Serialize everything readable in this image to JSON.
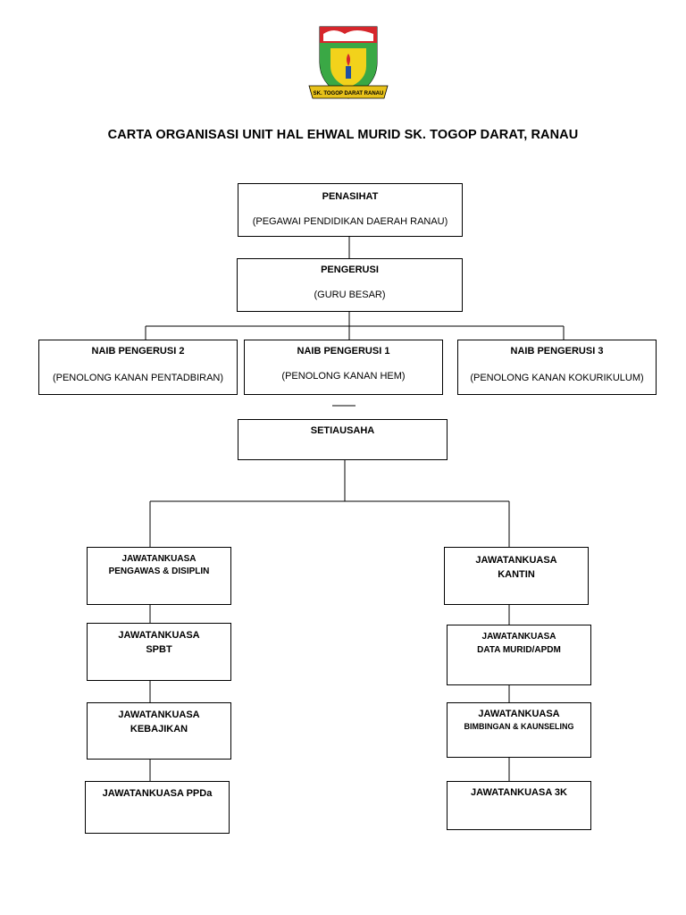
{
  "title": "CARTA ORGANISASI UNIT HAL EHWAL MURID SK. TOGOP DARAT, RANAU",
  "logo": {
    "ribbon_text": "SK. TOGOP DARAT RANAU",
    "colors": {
      "red": "#d6262b",
      "yellow": "#f2d21b",
      "green": "#3aa845",
      "blue": "#1f4fa3",
      "gold": "#e8c21a"
    }
  },
  "nodes": {
    "penasihat": {
      "title": "PENASIHAT",
      "sub": "(PEGAWAI PENDIDIKAN DAERAH RANAU)"
    },
    "pengerusi": {
      "title": "PENGERUSI",
      "sub": "(GURU BESAR)"
    },
    "naib2": {
      "title": "NAIB PENGERUSI 2",
      "sub": "(PENOLONG KANAN PENTADBIRAN)"
    },
    "naib1": {
      "title": "NAIB PENGERUSI 1",
      "sub": "(PENOLONG KANAN HEM)"
    },
    "naib3": {
      "title": "NAIB PENGERUSI 3",
      "sub": "(PENOLONG KANAN KOKURIKULUM)"
    },
    "setiausaha": {
      "title": "SETIAUSAHA"
    },
    "left": [
      {
        "l1": "JAWATANKUASA",
        "l2": "PENGAWAS & DISIPLIN"
      },
      {
        "l1": "JAWATANKUASA",
        "l2": "SPBT"
      },
      {
        "l1": "JAWATANKUASA",
        "l2": "KEBAJIKAN"
      },
      {
        "l1": "JAWATANKUASA PPDa",
        "l2": ""
      }
    ],
    "right": [
      {
        "l1": "JAWATANKUASA",
        "l2": "KANTIN"
      },
      {
        "l1": "JAWATANKUASA",
        "l2": "DATA MURID/APDM"
      },
      {
        "l1": "JAWATANKUASA",
        "l2": "BIMBINGAN & KAUNSELING"
      },
      {
        "l1": "JAWATANKUASA 3K",
        "l2": ""
      }
    ]
  }
}
